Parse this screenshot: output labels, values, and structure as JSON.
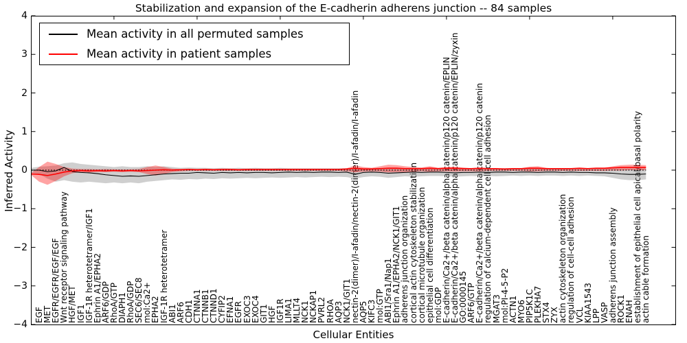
{
  "title": "Stabilization and expansion of the E-cadherin adherens junction -- 84 samples",
  "legend": {
    "entries": [
      {
        "label": "Mean activity in all permuted samples",
        "color": "#000000"
      },
      {
        "label": "Mean activity in patient samples",
        "color": "#ff0000"
      }
    ]
  },
  "colors": {
    "permuted_line": "#000000",
    "patient_line": "#ff0000",
    "permuted_band": "rgba(128,128,128,0.38)",
    "patient_band": "rgba(255,0,0,0.36)",
    "zero_line": "#000000",
    "background": "#ffffff"
  },
  "chart_data": {
    "type": "line",
    "title": "Stabilization and expansion of the E-cadherin adherens junction -- 84 samples",
    "xlabel": "Cellular Entities",
    "ylabel": "Inferred Activity",
    "ylim": [
      -4,
      4
    ],
    "ytick_labels": [
      "4",
      "3",
      "2",
      "1",
      "0",
      "−1",
      "−2",
      "−3",
      "−4"
    ],
    "ytick_values": [
      4,
      3,
      2,
      1,
      0,
      -1,
      -2,
      -3,
      -4
    ],
    "grid": false,
    "legend_position": "upper left",
    "zero_reference_line": 0,
    "categories": [
      "EGF",
      "MET",
      "EGFR/EGFR/EGF/EGF",
      "Wnt receptor signaling pathway",
      "HGF/MET",
      "IGF1",
      "IGF-1R heterotetramer/IGF1",
      "Ephrin A1/EPHA2",
      "ARF6/GDP",
      "RhoA/GTP",
      "DIAPH1",
      "RhoA/GDP",
      "SEC6/SEC8",
      "mol:Ca2+",
      "EPHA2",
      "IGF-1R heterotetramer",
      "ABI1",
      "ARF6",
      "CDH1",
      "CTNNA1",
      "CTNNB1",
      "CTNND1",
      "CYFIP2",
      "EFNA1",
      "EGFR",
      "EXOC3",
      "EXOC4",
      "GIT1",
      "HGF",
      "IGF1R",
      "LIMA1",
      "MLLT4",
      "NCK1",
      "NCKAP1",
      "PVRL2",
      "RHOA",
      "AQP3",
      "NCK1/GIT1",
      "nectin-2(dimer)/I-afadin/nectin-2(dimer)/I-afadin/I-afadin",
      "AQP5",
      "KIFC3",
      "mol:GTP",
      "ABI1/Sra1/Nap1",
      "Ephrin A1/EPHA2/NCK1/GIT1",
      "adherens junction organization",
      "cortical actin cytoskeleton stabilization",
      "cortical microtubule organization",
      "epithelial cell differentiation",
      "mol:GDP",
      "E-cadherin/Ca2+/beta catenin/alpha catenin/p120 catenin/EPLIN",
      "E-cadherin/Ca2+/beta catenin/alpha catenin/p120 catenin/EPLIN/zyxin",
      "GO:0000145",
      "ARF6/GTP",
      "E-cadherin/Ca2+/beta catenin/alpha catenin/p120 catenin",
      "regulation of calcium-dependent cell-cell adhesion",
      "MGAT3",
      "mol:PI-4-5-P2",
      "ACTN1",
      "MYO6",
      "PIP5K1C",
      "PLEKHA7",
      "STX4",
      "ZYX",
      "actin cytoskeleton organization",
      "regulation of cell-cell adhesion",
      "VCL",
      "KIAA1543",
      "LPP",
      "VASP",
      "adherens junction assembly",
      "ROCK1",
      "ENAH",
      "establishment of epithelial cell apical/basal polarity",
      "actin cable formation"
    ],
    "series": [
      {
        "name": "Mean activity in all permuted samples",
        "color": "#000000",
        "values": [
          0.0,
          -0.04,
          -0.02,
          0.07,
          -0.04,
          -0.06,
          -0.07,
          -0.09,
          -0.12,
          -0.14,
          -0.16,
          -0.15,
          -0.16,
          -0.14,
          -0.12,
          -0.1,
          -0.09,
          -0.08,
          -0.08,
          -0.06,
          -0.07,
          -0.08,
          -0.06,
          -0.07,
          -0.06,
          -0.07,
          -0.06,
          -0.06,
          -0.07,
          -0.06,
          -0.05,
          -0.06,
          -0.05,
          -0.06,
          -0.05,
          -0.05,
          -0.06,
          -0.05,
          -0.11,
          -0.06,
          -0.05,
          -0.06,
          -0.08,
          -0.07,
          -0.06,
          -0.05,
          -0.06,
          -0.05,
          -0.05,
          -0.06,
          -0.07,
          -0.06,
          -0.06,
          -0.05,
          -0.06,
          -0.05,
          -0.05,
          -0.06,
          -0.05,
          -0.05,
          -0.06,
          -0.05,
          -0.05,
          -0.06,
          -0.05,
          -0.06,
          -0.06,
          -0.07,
          -0.07,
          -0.08,
          -0.1,
          -0.11,
          -0.11,
          -0.1
        ],
        "band_lo": [
          -0.1,
          -0.22,
          -0.3,
          -0.26,
          -0.3,
          -0.32,
          -0.3,
          -0.32,
          -0.34,
          -0.32,
          -0.34,
          -0.32,
          -0.34,
          -0.3,
          -0.28,
          -0.26,
          -0.24,
          -0.25,
          -0.23,
          -0.24,
          -0.22,
          -0.23,
          -0.21,
          -0.22,
          -0.21,
          -0.2,
          -0.21,
          -0.2,
          -0.19,
          -0.2,
          -0.19,
          -0.18,
          -0.19,
          -0.18,
          -0.17,
          -0.18,
          -0.17,
          -0.18,
          -0.22,
          -0.18,
          -0.16,
          -0.17,
          -0.2,
          -0.18,
          -0.16,
          -0.17,
          -0.16,
          -0.15,
          -0.15,
          -0.16,
          -0.17,
          -0.16,
          -0.15,
          -0.16,
          -0.15,
          -0.16,
          -0.15,
          -0.14,
          -0.15,
          -0.14,
          -0.15,
          -0.14,
          -0.14,
          -0.15,
          -0.14,
          -0.15,
          -0.14,
          -0.15,
          -0.16,
          -0.2,
          -0.24,
          -0.26,
          -0.26,
          -0.24
        ],
        "band_hi": [
          0.09,
          0.1,
          0.12,
          0.18,
          0.2,
          0.16,
          0.14,
          0.12,
          0.1,
          0.08,
          0.1,
          0.08,
          0.08,
          0.1,
          0.08,
          0.1,
          0.08,
          0.06,
          0.07,
          0.06,
          0.06,
          0.05,
          0.06,
          0.05,
          0.06,
          0.05,
          0.06,
          0.05,
          0.05,
          0.06,
          0.05,
          0.05,
          0.05,
          0.05,
          0.05,
          0.05,
          0.05,
          0.05,
          0.04,
          0.05,
          0.05,
          0.05,
          0.04,
          0.05,
          0.05,
          0.05,
          0.05,
          0.05,
          0.05,
          0.05,
          0.05,
          0.05,
          0.05,
          0.05,
          0.05,
          0.04,
          0.05,
          0.05,
          0.05,
          0.05,
          0.05,
          0.05,
          0.05,
          0.05,
          0.05,
          0.05,
          0.05,
          0.05,
          0.05,
          0.05,
          0.05,
          0.05,
          0.05,
          0.05
        ]
      },
      {
        "name": "Mean activity in patient samples",
        "color": "#ff0000",
        "values": [
          -0.11,
          -0.14,
          -0.1,
          -0.05,
          -0.02,
          -0.01,
          -0.02,
          -0.01,
          -0.02,
          -0.01,
          -0.02,
          -0.01,
          -0.02,
          -0.01,
          0.0,
          0.01,
          0.0,
          0.01,
          0.02,
          0.01,
          0.02,
          0.01,
          0.02,
          0.02,
          0.01,
          0.02,
          0.02,
          0.02,
          0.02,
          0.02,
          0.02,
          0.02,
          0.02,
          0.02,
          0.02,
          0.02,
          0.02,
          0.03,
          0.05,
          0.03,
          0.03,
          0.04,
          0.05,
          0.05,
          0.04,
          0.04,
          0.04,
          0.05,
          0.04,
          0.05,
          0.05,
          0.04,
          0.04,
          0.05,
          0.04,
          0.04,
          0.03,
          0.04,
          0.04,
          0.05,
          0.05,
          0.04,
          0.04,
          0.04,
          0.04,
          0.05,
          0.04,
          0.05,
          0.05,
          0.06,
          0.07,
          0.07,
          0.07,
          0.07
        ],
        "band_lo": [
          -0.3,
          -0.38,
          -0.28,
          -0.16,
          -0.08,
          -0.05,
          -0.06,
          -0.05,
          -0.05,
          -0.04,
          -0.05,
          -0.04,
          -0.05,
          -0.1,
          -0.14,
          -0.1,
          -0.05,
          -0.03,
          -0.02,
          -0.02,
          -0.02,
          -0.02,
          -0.02,
          -0.02,
          -0.02,
          -0.02,
          -0.02,
          -0.02,
          -0.02,
          -0.02,
          -0.02,
          -0.02,
          -0.02,
          -0.02,
          -0.02,
          -0.02,
          -0.02,
          -0.03,
          -0.06,
          -0.04,
          -0.03,
          -0.04,
          -0.06,
          -0.05,
          -0.05,
          -0.04,
          -0.03,
          -0.04,
          -0.03,
          -0.03,
          -0.04,
          -0.03,
          -0.03,
          -0.03,
          -0.02,
          -0.02,
          -0.02,
          -0.02,
          -0.02,
          -0.03,
          -0.03,
          -0.02,
          -0.02,
          -0.02,
          -0.02,
          -0.02,
          -0.02,
          -0.02,
          -0.02,
          -0.01,
          -0.01,
          0.0,
          0.0,
          0.0
        ],
        "band_hi": [
          0.08,
          0.22,
          0.16,
          0.08,
          0.04,
          0.03,
          0.03,
          0.02,
          0.03,
          0.02,
          0.02,
          0.02,
          0.03,
          0.08,
          0.12,
          0.08,
          0.04,
          0.03,
          0.03,
          0.03,
          0.03,
          0.03,
          0.03,
          0.03,
          0.03,
          0.03,
          0.03,
          0.03,
          0.03,
          0.03,
          0.03,
          0.03,
          0.03,
          0.03,
          0.03,
          0.03,
          0.03,
          0.05,
          0.12,
          0.08,
          0.06,
          0.1,
          0.14,
          0.13,
          0.1,
          0.08,
          0.07,
          0.1,
          0.06,
          0.08,
          0.09,
          0.07,
          0.05,
          0.06,
          0.05,
          0.04,
          0.04,
          0.05,
          0.05,
          0.09,
          0.1,
          0.06,
          0.04,
          0.04,
          0.04,
          0.04,
          0.04,
          0.05,
          0.06,
          0.1,
          0.13,
          0.14,
          0.14,
          0.13
        ]
      }
    ]
  }
}
